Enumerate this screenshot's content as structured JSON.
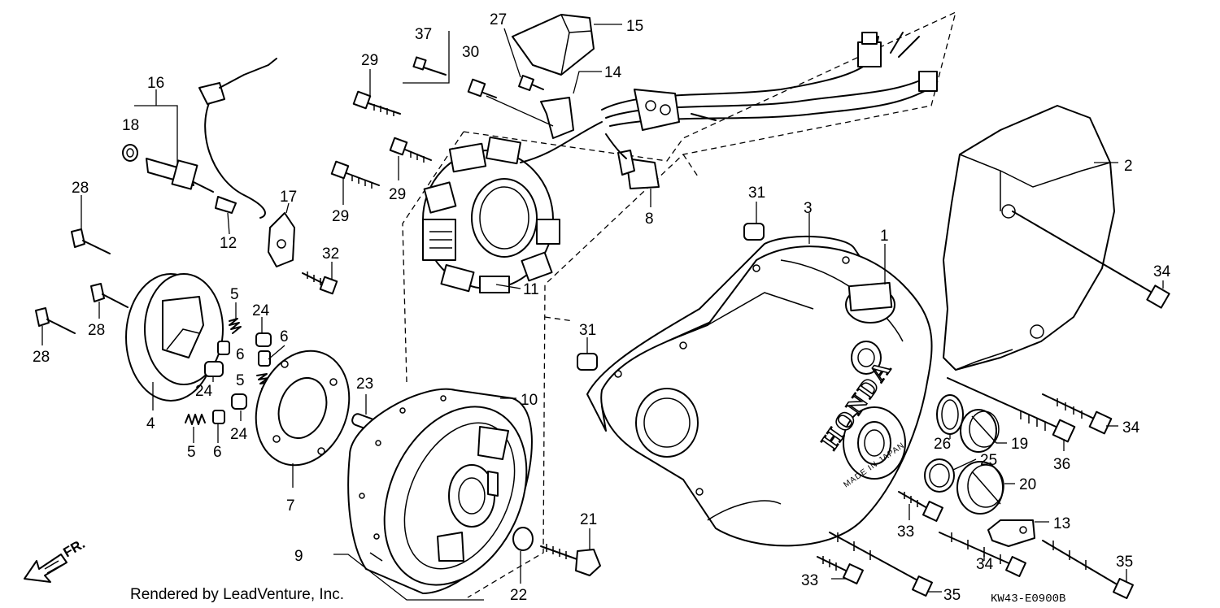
{
  "diagram": {
    "credit": "Rendered by LeadVenture, Inc.",
    "drawing_code": "KW43-E0900B",
    "direction_label": "FR.",
    "cover_logo": "HONDA",
    "cover_stamp": "MADE IN JAPAN",
    "callouts": [
      {
        "id": "c1",
        "text": "1"
      },
      {
        "id": "c2",
        "text": "2"
      },
      {
        "id": "c3",
        "text": "3"
      },
      {
        "id": "c4",
        "text": "4"
      },
      {
        "id": "c5a",
        "text": "5"
      },
      {
        "id": "c5b",
        "text": "5"
      },
      {
        "id": "c5c",
        "text": "5"
      },
      {
        "id": "c6a",
        "text": "6"
      },
      {
        "id": "c6b",
        "text": "6"
      },
      {
        "id": "c6c",
        "text": "6"
      },
      {
        "id": "c7",
        "text": "7"
      },
      {
        "id": "c8",
        "text": "8"
      },
      {
        "id": "c9",
        "text": "9"
      },
      {
        "id": "c10",
        "text": "10"
      },
      {
        "id": "c11",
        "text": "11"
      },
      {
        "id": "c12",
        "text": "12"
      },
      {
        "id": "c13",
        "text": "13"
      },
      {
        "id": "c14",
        "text": "14"
      },
      {
        "id": "c15",
        "text": "15"
      },
      {
        "id": "c16",
        "text": "16"
      },
      {
        "id": "c17",
        "text": "17"
      },
      {
        "id": "c18",
        "text": "18"
      },
      {
        "id": "c19",
        "text": "19"
      },
      {
        "id": "c20",
        "text": "20"
      },
      {
        "id": "c21",
        "text": "21"
      },
      {
        "id": "c22",
        "text": "22"
      },
      {
        "id": "c23",
        "text": "23"
      },
      {
        "id": "c24a",
        "text": "24"
      },
      {
        "id": "c24b",
        "text": "24"
      },
      {
        "id": "c24c",
        "text": "24"
      },
      {
        "id": "c25",
        "text": "25"
      },
      {
        "id": "c26",
        "text": "26"
      },
      {
        "id": "c27",
        "text": "27"
      },
      {
        "id": "c28a",
        "text": "28"
      },
      {
        "id": "c28b",
        "text": "28"
      },
      {
        "id": "c28c",
        "text": "28"
      },
      {
        "id": "c29a",
        "text": "29"
      },
      {
        "id": "c29b",
        "text": "29"
      },
      {
        "id": "c29c",
        "text": "29"
      },
      {
        "id": "c30",
        "text": "30"
      },
      {
        "id": "c31a",
        "text": "31"
      },
      {
        "id": "c31b",
        "text": "31"
      },
      {
        "id": "c32",
        "text": "32"
      },
      {
        "id": "c33a",
        "text": "33"
      },
      {
        "id": "c33b",
        "text": "33"
      },
      {
        "id": "c34a",
        "text": "34"
      },
      {
        "id": "c34b",
        "text": "34"
      },
      {
        "id": "c34c",
        "text": "34"
      },
      {
        "id": "c35a",
        "text": "35"
      },
      {
        "id": "c35b",
        "text": "35"
      },
      {
        "id": "c36",
        "text": "36"
      },
      {
        "id": "c37",
        "text": "37"
      }
    ]
  }
}
